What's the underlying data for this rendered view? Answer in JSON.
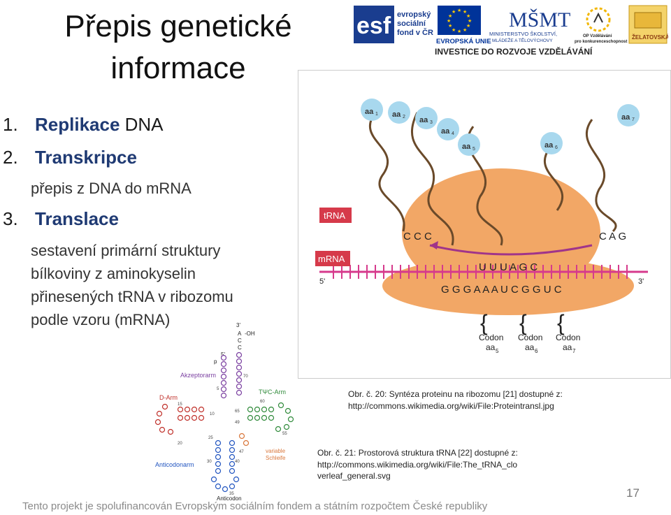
{
  "slide": {
    "title": "Přepis genetické informace",
    "list": [
      {
        "num": "1.",
        "bold": "Replikace",
        "rest": " DNA"
      },
      {
        "num": "2.",
        "bold": "Transkripce",
        "rest": ""
      },
      {
        "num": "3.",
        "bold": "Translace",
        "rest": ""
      }
    ],
    "transcription_sub": "přepis z DNA do mRNA",
    "translation_sub": [
      "sestavení primární struktury",
      "bílkoviny z aminokyselin",
      "přinesených tRNA v ribozomu",
      "podle vzoru (mRNA)"
    ],
    "caption1": [
      "Obr. č. 20: Syntéza proteinu na ribozomu [21] dostupné z:",
      "http://commons.wikimedia.org/wiki/File:Proteintransl.jpg"
    ],
    "caption2": [
      "Obr. č. 21: Prostorová struktura tRNA [22] dostupné z:",
      "http://commons.wikimedia.org/wiki/File:The_tRNA_clo",
      "verleaf_general.svg"
    ],
    "footer": "Tento projekt je spolufinancován Evropským sociálním fondem a státním rozpočtem České republiky",
    "page_number": "17"
  },
  "logos": {
    "esf": "esf",
    "esf_text": [
      "evropský",
      "sociální",
      "fond v ČR"
    ],
    "eu_text": "EVROPSKÁ UNIE",
    "msmt": "MŠMT",
    "msmt_text": [
      "MINISTERSTVO ŠKOLSTVÍ,",
      "MLÁDEŽE A TĚLOVÝCHOVY"
    ],
    "op_text": [
      "OP Vzdělávání",
      "pro konkurenceschopnost"
    ],
    "zel_text": "ŽELATOVSKÁ",
    "banner": "INVESTICE DO ROZVOJE VZDĚLÁVÁNÍ",
    "colors": {
      "esf_blue": "#1a3d8f",
      "eu_blue": "#003399",
      "eu_star": "#ffcc00",
      "banner_bg": "#ffffff"
    }
  },
  "ribosome_figure": {
    "aa_labels": [
      "aa",
      "aa",
      "aa",
      "aa",
      "aa",
      "aa",
      "aa"
    ],
    "aa_subs": [
      "1",
      "2",
      "3",
      "4",
      "5",
      "6",
      "7"
    ],
    "trna_label": "tRNA",
    "mrna_label": "mRNA",
    "five_prime": "5'",
    "three_prime": "3'",
    "anticodon_left": "C C C",
    "anticodon_right": "C A G",
    "mid_codons": "U U U A G C",
    "mrna_sequence": "G G G A A A U C G G U C",
    "codon_labels": [
      "Codon",
      "Codon",
      "Codon"
    ],
    "codon_aa": [
      "aa",
      "aa",
      "aa"
    ],
    "codon_aa_subs": [
      "5",
      "6",
      "7"
    ],
    "colors": {
      "ribosome": "#f2a766",
      "trna_box": "#d63a4a",
      "mrna_line": "#d63a8c",
      "aa_ball": "#a8d8ee",
      "arrow": "#a0348a"
    }
  },
  "trna_figure": {
    "three_end": "3'",
    "ends": [
      "A",
      "C",
      "C"
    ],
    "oh": "-OH",
    "five_end": "5'",
    "p": "p",
    "acceptor": "Akzeptorarm",
    "darm": "D-Arm",
    "tpsi": "TΨC-Arm",
    "variable": [
      "variable",
      "Schleife"
    ],
    "anticodon_arm": "Anticodonarm",
    "anticodon": "Anticodon",
    "numbers": [
      "70",
      "5",
      "60",
      "15",
      "10",
      "65",
      "49",
      "25",
      "20",
      "55",
      "47",
      "30",
      "40",
      "35"
    ],
    "colors": {
      "acceptor": "#7a3fa0",
      "darm": "#c0302a",
      "tpsi": "#2f8a3a",
      "anticodon": "#2255c0",
      "variable": "#d9763a"
    }
  }
}
